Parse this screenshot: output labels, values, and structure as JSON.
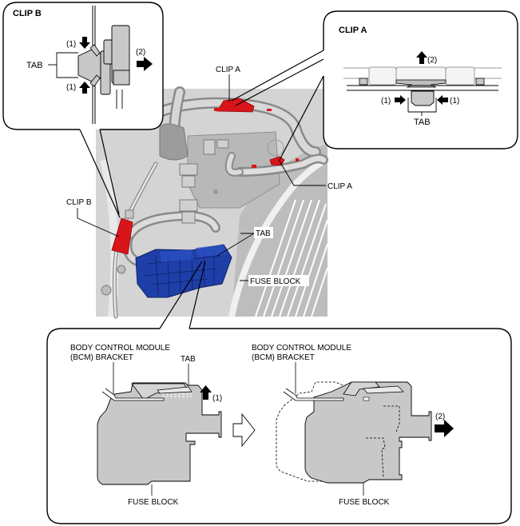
{
  "diagram": {
    "main_photo": {
      "labels": {
        "clip_a_top": "CLIP A",
        "clip_a_right": "CLIP A",
        "clip_b": "CLIP B",
        "tab": "TAB",
        "fuse_block": "FUSE BLOCK"
      },
      "colors": {
        "clip": "#d9151b",
        "fuse_block": "#1f3fa8",
        "background": "#c9c9c9"
      }
    },
    "clip_b_callout": {
      "title": "CLIP B",
      "tab_label": "TAB",
      "step1_top": "(1)",
      "step1_bottom": "(1)",
      "step2": "(2)"
    },
    "clip_a_callout": {
      "title": "CLIP A",
      "tab_label": "TAB",
      "step1_left": "(1)",
      "step1_right": "(1)",
      "step2": "(2)"
    },
    "fuse_block_callout": {
      "before": {
        "bracket_label_line1": "BODY CONTROL MODULE",
        "bracket_label_line2": "(BCM) BRACKET",
        "tab_label": "TAB",
        "step1": "(1)",
        "fuse_block_label": "FUSE BLOCK"
      },
      "after": {
        "bracket_label_line1": "BODY CONTROL MODULE",
        "bracket_label_line2": "(BCM) BRACKET",
        "step2": "(2)",
        "fuse_block_label": "FUSE BLOCK"
      }
    }
  }
}
